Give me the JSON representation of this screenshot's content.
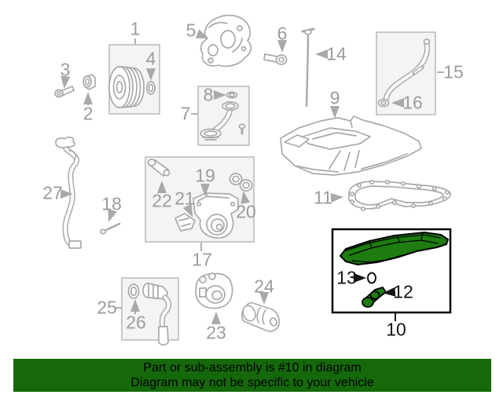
{
  "banner": {
    "line1": "Part or sub-assembly is #10 in diagram",
    "line2": "Diagram may not be specific to your vehicle"
  },
  "highlighted_part_number": "10",
  "colors": {
    "background": "#ffffff",
    "line_gray": "#a9a9a9",
    "label_gray": "#9c9c9c",
    "label_black": "#141414",
    "box_fill": "#f4f4f4",
    "box_border": "#b9b9b9",
    "highlight_border": "#000000",
    "highlight_green": "#1e7c10",
    "banner_green": "#15690a",
    "banner_text": "#000000"
  },
  "labels": [
    {
      "num": "1"
    },
    {
      "num": "2"
    },
    {
      "num": "3"
    },
    {
      "num": "4"
    },
    {
      "num": "5"
    },
    {
      "num": "6"
    },
    {
      "num": "7"
    },
    {
      "num": "8"
    },
    {
      "num": "9"
    },
    {
      "num": "10"
    },
    {
      "num": "11"
    },
    {
      "num": "12"
    },
    {
      "num": "13"
    },
    {
      "num": "14"
    },
    {
      "num": "15"
    },
    {
      "num": "16"
    },
    {
      "num": "17"
    },
    {
      "num": "18"
    },
    {
      "num": "19"
    },
    {
      "num": "20"
    },
    {
      "num": "21"
    },
    {
      "num": "22"
    },
    {
      "num": "23"
    },
    {
      "num": "24"
    },
    {
      "num": "25"
    },
    {
      "num": "26"
    },
    {
      "num": "27"
    }
  ]
}
